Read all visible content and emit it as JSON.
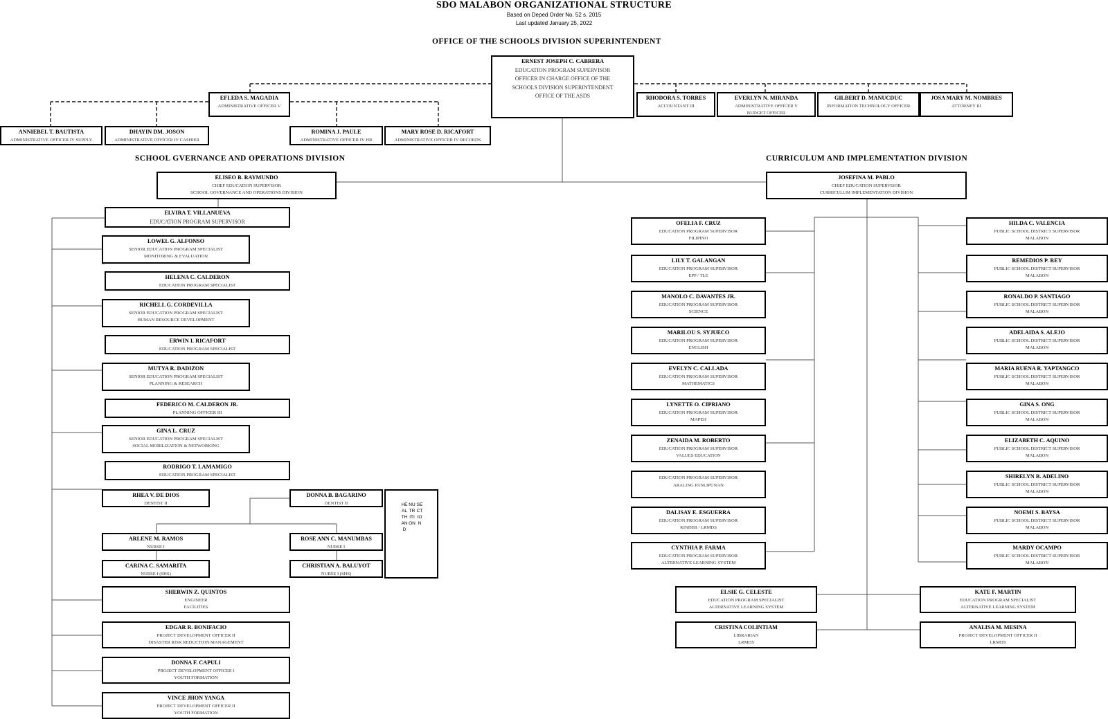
{
  "header": {
    "title": "SDO MALABON ORGANIZATIONAL STRUCTURE",
    "basis": "Based on Deped Order No. 52 s. 2015",
    "updated": "Last updated January 25, 2022"
  },
  "sections": {
    "osds": "OFFICE OF THE SCHOOLS DIVISION SUPERINTENDENT",
    "sgod": "SCHOOL GVERNANCE AND OPERATIONS DIVISION",
    "cid": "CURRICULUM AND IMPLEMENTATION DIVISION"
  },
  "osds": {
    "head": {
      "name": "ERNEST JOSEPH C. CABRERA",
      "lines": [
        "EDUCATION PROGRAM SUPERVISOR",
        "OFFICER IN CHARGE OFFICE OF THE",
        "SCHOOLS DIVISION SUPERINTENDENT",
        "",
        "OFFICE OF THE ASDS"
      ]
    },
    "admin": {
      "name": "EFLEDA S. MAGADIA",
      "lines": [
        "ADMINISTRATIVE OFFICER V"
      ]
    },
    "admin_staff": [
      {
        "name": "ANNIEBEL T. BAUTISTA",
        "lines": [
          "ADMINISTRATIVE OFFICER IV SUPPLY"
        ]
      },
      {
        "name": "DHAYIN DM. JOSON",
        "lines": [
          "ADMINISTRATIVE OFFICER IV CASHIER"
        ]
      },
      {
        "name": "ROMINA J. PAULE",
        "lines": [
          "ADMINISTRATIVE OFFICER IV HR"
        ]
      },
      {
        "name": "MARY ROSE D. RICAFORT",
        "lines": [
          "ADMINISTRATIVE OFFICER IV RECORDS"
        ]
      }
    ],
    "staff_right": [
      {
        "name": "RHODORA S. TORRES",
        "lines": [
          "ACCOUNTANT III"
        ]
      },
      {
        "name": "EVERLYN N. MIRANDA",
        "lines": [
          "ADMINISTRATIVE OFFICER V",
          "BUDGET OFFICER"
        ]
      },
      {
        "name": "GILBERT D. MANUCDUC",
        "lines": [
          "INFORMATION TECHNOLOGY OFFICER"
        ]
      },
      {
        "name": "JOSA MARY M. NOMBRES",
        "lines": [
          "ATTORNEY III"
        ]
      }
    ]
  },
  "sgod": {
    "chief": {
      "name": "ELISEO B. RAYMUNDO",
      "lines": [
        "CHIEF EDUCATION SUPERVISOR",
        "SCHOOL GOVERNANCE AND OPERATIONS DIVISION"
      ]
    },
    "eps": {
      "name": "ELVIRA T. VILLANUEVA",
      "lines": [
        "EDUCATION PROGRAM SUPERVISOR"
      ]
    },
    "staff": [
      {
        "name": "LOWEL G. ALFONSO",
        "lines": [
          "SENIOR EDUCATION PROGRAM SPECIALIST",
          "MONITORING & EVALUATION"
        ]
      },
      {
        "name": "HELENA C. CALDERON",
        "lines": [
          "EDUCATION PROGRAM SPECIALIST"
        ]
      },
      {
        "name": "RICHELL G. CORDEVILLA",
        "lines": [
          "SENIOR EDUCATION PROGRAM SPECIALIST",
          "HUMAN RESOURCE DEVELOPMENT"
        ]
      },
      {
        "name": "ERWIN I. RICAFORT",
        "lines": [
          "EDUCATION PROGRAM SPECIALIST"
        ]
      },
      {
        "name": "MUTYA R. DADIZON",
        "lines": [
          "SENIOR EDUCATION PROGRAM SPECIALIST",
          "PLANNING & RESEARCH"
        ]
      },
      {
        "name": "FEDERICO M. CALDERON JR.",
        "lines": [
          "PLANNING OFFICER III"
        ]
      },
      {
        "name": "GINA L. CRUZ",
        "lines": [
          "SENIOR EDUCATION PROGRAM SPECIALIST",
          "SOCIAL MOBILIZATION & NETWORKING"
        ]
      },
      {
        "name": "RODRIGO T. LAMAMIGO",
        "lines": [
          "EDUCATION PROGRAM SPECIALIST"
        ]
      }
    ],
    "health": [
      {
        "name": "RHEA V. DE DIOS",
        "lines": [
          "DENTIST II"
        ]
      },
      {
        "name": "DONNA B. BAGARINO",
        "lines": [
          "DENTIST II"
        ]
      },
      {
        "name": "ARLENE M. RAMOS",
        "lines": [
          "NURSE I"
        ]
      },
      {
        "name": "ROSE ANN C. MANUMBAS",
        "lines": [
          "NURSE I"
        ]
      },
      {
        "name": "CARINA C. SAMARITA",
        "lines": [
          "NURSE I (SHS)"
        ]
      },
      {
        "name": "CHRISTIAN A. BALUYOT",
        "lines": [
          "NURSE I (SHS)"
        ]
      }
    ],
    "health_label_col1": "HEALTH AND",
    "health_label_col2": "NUTRITION",
    "health_label_col3": "SECTION",
    "others": [
      {
        "name": "SHERWIN Z. QUINTOS",
        "lines": [
          "ENGINEER",
          "FACILITIES"
        ]
      },
      {
        "name": "EDGAR R. BONIFACIO",
        "lines": [
          "PROJECT DEVELOPMENT OFFICER II",
          "DISASTER RISK REDUCTION MANAGEMENT"
        ]
      },
      {
        "name": "DONNA F. CAPULI",
        "lines": [
          "PROJECT DEVELOPMENT OFFICER I",
          "YOUTH FORMATION"
        ]
      },
      {
        "name": "VINCE JHON YANGA",
        "lines": [
          "PROJECT DEVELOPMENT OFFICER II",
          "YOUTH FORMATION"
        ]
      }
    ]
  },
  "cid": {
    "chief": {
      "name": "JOSEFINA M. PABLO",
      "lines": [
        "CHIEF EDUCATION SUPERVISOR",
        "CURRICULUM IMPLEMENTATION DIVISION"
      ]
    },
    "eps": [
      {
        "name": "OFELIA F. CRUZ",
        "lines": [
          "EDUCATION PROGRAM SUPERVISOR",
          "FILIPINO"
        ]
      },
      {
        "name": "LILY T. GALANGAN",
        "lines": [
          "EDUCATION PROGRAM SUPERVISOR",
          "EPP / TLE"
        ]
      },
      {
        "name": "MANOLO C. DAVANTES JR.",
        "lines": [
          "EDUCATION PROGRAM SUPERVISOR",
          "SCIENCE"
        ]
      },
      {
        "name": "MARILOU S. SYJUECO",
        "lines": [
          "EDUCATION PROGRAM SUPERVISOR",
          "ENGLISH"
        ]
      },
      {
        "name": "EVELYN C. CALLADA",
        "lines": [
          "EDUCATION PROGRAM SUPERVISOR",
          "MATHEMATICS"
        ]
      },
      {
        "name": "LYNETTE O. CIPRIANO",
        "lines": [
          "EDUCATION PROGRAM SUPERVISOR",
          "MAPEH"
        ]
      },
      {
        "name": "ZENAIDA M. ROBERTO",
        "lines": [
          "EDUCATION PROGRAM SUPERVISOR",
          "VALUES EDUCATION"
        ]
      },
      {
        "name": "",
        "lines": [
          "EDUCATION PROGRAM SUPERVISOR",
          "ARALING PANLIPUNAN"
        ]
      },
      {
        "name": "DALISAY E. ESGUERRA",
        "lines": [
          "EDUCATION PROGRAM SUPERVISOR",
          "KINDER / LRMDS"
        ]
      },
      {
        "name": "CYNTHIA P. FARMA",
        "lines": [
          "EDUCATION PROGRAM SUPERVISOR",
          "ALTERNATIVE LEARNING SYSTEM"
        ]
      }
    ],
    "psds": [
      {
        "name": "HILDA C. VALENCIA",
        "lines": [
          "PUBLIC SCHOOL DISTRICT SUPERVISOR",
          "MALABON"
        ]
      },
      {
        "name": "REMEDIOS P. REY",
        "lines": [
          "PUBLIC SCHOOL DISTRICT SUPERVISOR",
          "MALABON"
        ]
      },
      {
        "name": "RONALDO P. SANTIAGO",
        "lines": [
          "PUBLIC SCHOOL DISTRICT SUPERVISOR",
          "MALABON"
        ]
      },
      {
        "name": "ADELAIDA S. ALEJO",
        "lines": [
          "PUBLIC SCHOOL DISTRICT SUPERVISOR",
          "MALABON"
        ]
      },
      {
        "name": "MARIA RUENA R. YAPTANGCO",
        "lines": [
          "PUBLIC SCHOOL DISTRICT SUPERVISOR",
          "MALABON"
        ]
      },
      {
        "name": "GINA S. ONG",
        "lines": [
          "PUBLIC SCHOOL DISTRICT SUPERVISOR",
          "MALABON"
        ]
      },
      {
        "name": "ELIZABETH C. AQUINO",
        "lines": [
          "PUBLIC SCHOOL DISTRICT SUPERVISOR",
          "MALABON"
        ]
      },
      {
        "name": "SHIRELYN B. ADELINO",
        "lines": [
          "PUBLIC SCHOOL DISTRICT SUPERVISOR",
          "MALABON"
        ]
      },
      {
        "name": "NOEMI S. BAYSA",
        "lines": [
          "PUBLIC SCHOOL DISTRICT SUPERVISOR",
          "MALABON"
        ]
      },
      {
        "name": "MARDY OCAMPO",
        "lines": [
          "PUBLIC SCHOOL DISTRICT SUPERVISOR",
          "MALABON"
        ]
      }
    ],
    "bottom": [
      {
        "name": "ELSIE G. CELESTE",
        "lines": [
          "EDUCATION PROGRAM SPECIALIST",
          "ALTERNATIVE LEARNING SYSTEM"
        ]
      },
      {
        "name": "KATE F. MARTIN",
        "lines": [
          "EDUCATION PROGRAM SPECIALIST",
          "ALTERNATIVE LEARNING SYSTEM"
        ]
      },
      {
        "name": "CRISTINA COLINTIAM",
        "lines": [
          "LIBRARIAN",
          "LRMDS"
        ]
      },
      {
        "name": "ANALISA M. MESINA",
        "lines": [
          "PROJECT DEVELOPMENT OFFICER II",
          "LRMDS"
        ]
      }
    ]
  }
}
